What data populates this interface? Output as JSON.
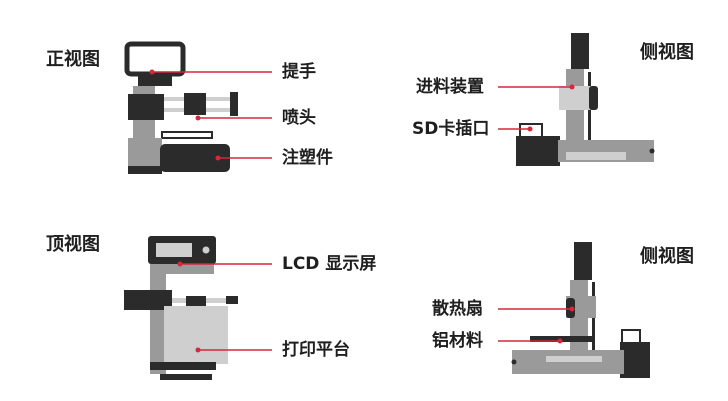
{
  "colors": {
    "dark": "#2b2b2b",
    "gray": "#9a9a9a",
    "light": "#cfcfcf",
    "leader": "#d8263a"
  },
  "views": {
    "front": {
      "title": "正视图",
      "labels": {
        "handle": "提手",
        "nozzle": "喷头",
        "part": "注塑件"
      }
    },
    "side_top": {
      "title": "侧视图",
      "labels": {
        "feeder": "进料装置",
        "sd_slot": "SD卡插口"
      }
    },
    "top": {
      "title": "顶视图",
      "labels": {
        "lcd": "LCD 显示屏",
        "platform": "打印平台"
      }
    },
    "side_bottom": {
      "title": "侧视图",
      "labels": {
        "fan": "散热扇",
        "aluminum": "铝材料"
      }
    }
  }
}
